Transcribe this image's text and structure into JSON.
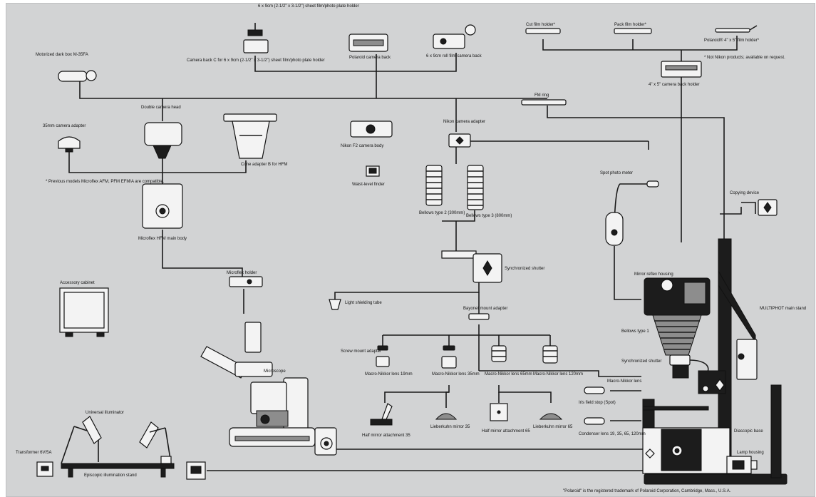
{
  "labels": {
    "sheet_film_holder_top": "6 x 9cm (2-1/2\" x 3-1/2\") sheet film/photo plate holder",
    "camera_back_c": "Camera back C for 6 x 9cm (2-1/2\" x 3-1/2\") sheet film/photo plate holder",
    "polaroid_back": "Polaroid camera back",
    "roll_film_back": "6 x 9cm roll film camera back",
    "cut_film_holder": "Cut film holder*",
    "pack_film_holder": "Pack film holder*",
    "polaroid_film_holder": "Polaroid® 4\" x 5\" film holder*",
    "not_nikon_note": "* Not Nikon products; available on request.",
    "camera_back_holder": "4\" x 5\" camera back holder",
    "motorized_back": "Motorized dark box M-35FA",
    "double_head": "Double camera head",
    "camera_adapter_35": "35mm camera adapter",
    "fm_ring": "FM ring",
    "nikon_f2": "Nikon F2 camera body",
    "nikon_camera_adapter": "Nikon camera adapter",
    "cone_adapter": "Cone adapter B for HFM",
    "waist_finder": "Waist-level finder",
    "previous_models": "* Previous models Microflex AFM, PFM EFM/A are compatible.",
    "microflex_body": "Microflex HFM main body",
    "bellows_2": "Bellows type 2 (300mm)",
    "bellows_3": "Bellows type 3 (800mm)",
    "spot_meter": "Spot photo meter",
    "copying_device": "Copying device",
    "sync_shutter_1": "Synchronized shutter",
    "microflex_holder": "Microflex holder",
    "accessory_cabinet": "Accessory cabinet",
    "light_shielding": "Light shielding tube",
    "mirror_housing": "Mirror reflex housing",
    "bayonet_adapter": "Bayonet mount adapter",
    "multiphot_stand": "MULTIPHOT main stand",
    "bellows_1": "Bellows type 1",
    "screw_adapter": "Screw mount adapter",
    "macro_19": "Macro-Nikkor lens 19mm",
    "macro_35": "Macro-Nikkor lens 35mm",
    "macro_65": "Macro-Nikkor lens 65mm",
    "macro_120": "Macro-Nikkor lens 120mm",
    "microscope": "Microscope",
    "sync_shutter_2": "Synchronized shutter",
    "macro_lens": "Macro-Nikkor lens",
    "iris_stop": "Iris field stop (Spot)",
    "universal_illuminator": "Universal illuminator",
    "half_mirror_35": "Half mirror attachment 35",
    "lieberkuhn_35": "Lieberkuhn mirror 35",
    "half_mirror_65": "Half mirror attachment 65",
    "lieberkuhn_65": "Lieberkuhn mirror 65",
    "condenser": "Condenser lens 19, 35, 65, 120mm",
    "diascopic_base": "Diascopic base",
    "lamp_housing": "Lamp housing",
    "transformer": "Transformer 6V/5A",
    "episcopic_stand": "Episcopic illumination stand",
    "footer_note": "\"Polaroid\" is the registered trademark of Polaroid Corporation, Cambridge, Mass., U.S.A."
  },
  "colors": {
    "paper": "#d2d3d4",
    "line": "#1a1a1a",
    "device_light": "#f3f3f3",
    "device_dark": "#1c1c1c"
  }
}
